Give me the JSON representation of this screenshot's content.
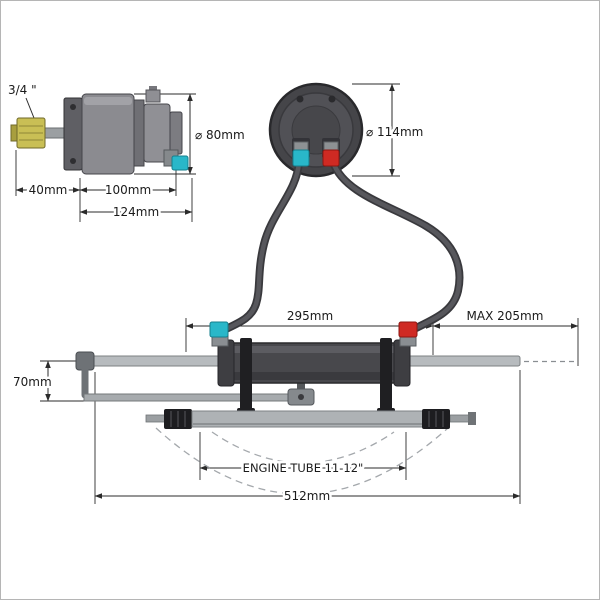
{
  "frame": {
    "border_color": "#b5b5b5",
    "background": "#ffffff"
  },
  "colors": {
    "accent_cyan": "#29b7c9",
    "accent_red": "#cf2a23",
    "accent_yellow": "#c9bf55"
  },
  "helm_side_view": {
    "shaft_size_label": "3/4 \"",
    "body_diameter_label": "⌀ 80mm",
    "shaft_length_label": "40mm",
    "body_length_label": "100mm",
    "overall_length_label": "124mm"
  },
  "helm_rear_view": {
    "diameter_label": "⌀ 114mm"
  },
  "cylinder_assembly": {
    "fitting_span_label": "295mm",
    "max_extension_label": "MAX 205mm",
    "drop_height_label": "70mm",
    "engine_tube_label": "ENGINE TUBE 11-12\"",
    "overall_length_label": "512mm"
  }
}
